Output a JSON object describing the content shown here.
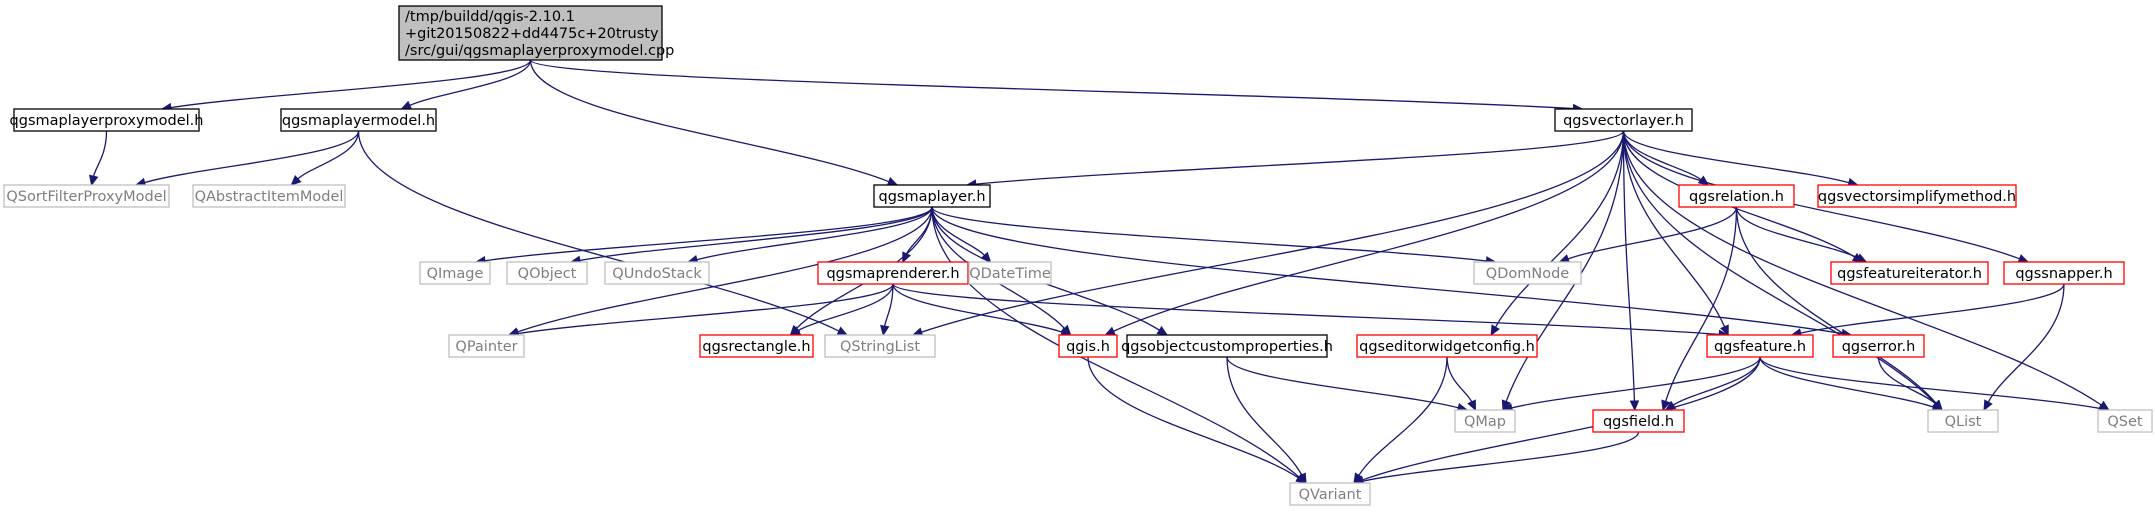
{
  "graph": {
    "colors": {
      "edge": "#191970",
      "root_fill": "#bfbfbf",
      "root_border": "#000000",
      "documented_border": "#000000",
      "undocumented_border": "#ff0000",
      "external_border": "#bfbfbf",
      "external_text": "#7f7f7f",
      "node_fill": "#ffffff",
      "text": "#000000"
    },
    "nodes": [
      {
        "id": "root",
        "kind": "root",
        "label_lines": [
          "/tmp/buildd/qgis-2.10.1",
          "+git20150822+dd4475c+20trusty",
          "/src/gui/qgsmaplayerproxymodel.cpp"
        ]
      },
      {
        "id": "proxyh",
        "kind": "doc",
        "label_lines": [
          "qgsmaplayerproxymodel.h"
        ]
      },
      {
        "id": "modelh",
        "kind": "doc",
        "label_lines": [
          "qgsmaplayermodel.h"
        ]
      },
      {
        "id": "vlayer",
        "kind": "doc",
        "label_lines": [
          "qgsvectorlayer.h"
        ]
      },
      {
        "id": "qsfpm",
        "kind": "ext",
        "label_lines": [
          "QSortFilterProxyModel"
        ]
      },
      {
        "id": "qaim",
        "kind": "ext",
        "label_lines": [
          "QAbstractItemModel"
        ]
      },
      {
        "id": "maplayer",
        "kind": "doc",
        "label_lines": [
          "qgsmaplayer.h"
        ]
      },
      {
        "id": "relation",
        "kind": "red",
        "label_lines": [
          "qgsrelation.h"
        ]
      },
      {
        "id": "simplify",
        "kind": "red",
        "label_lines": [
          "qgsvectorsimplifymethod.h"
        ]
      },
      {
        "id": "qimage",
        "kind": "ext",
        "label_lines": [
          "QImage"
        ]
      },
      {
        "id": "qobject",
        "kind": "ext",
        "label_lines": [
          "QObject"
        ]
      },
      {
        "id": "qundo",
        "kind": "ext",
        "label_lines": [
          "QUndoStack"
        ]
      },
      {
        "id": "renderer",
        "kind": "red",
        "label_lines": [
          "qgsmaprenderer.h"
        ]
      },
      {
        "id": "qdatetime",
        "kind": "ext",
        "label_lines": [
          "QDateTime"
        ]
      },
      {
        "id": "qdomnode",
        "kind": "ext",
        "label_lines": [
          "QDomNode"
        ]
      },
      {
        "id": "featiter",
        "kind": "red",
        "label_lines": [
          "qgsfeatureiterator.h"
        ]
      },
      {
        "id": "snapper",
        "kind": "red",
        "label_lines": [
          "qgssnapper.h"
        ]
      },
      {
        "id": "qpainter",
        "kind": "ext",
        "label_lines": [
          "QPainter"
        ]
      },
      {
        "id": "rect",
        "kind": "red",
        "label_lines": [
          "qgsrectangle.h"
        ]
      },
      {
        "id": "qstrlist",
        "kind": "ext",
        "label_lines": [
          "QStringList"
        ]
      },
      {
        "id": "qgis",
        "kind": "red",
        "label_lines": [
          "qgis.h"
        ]
      },
      {
        "id": "objprops",
        "kind": "doc",
        "label_lines": [
          "qgsobjectcustomproperties.h"
        ]
      },
      {
        "id": "editcfg",
        "kind": "red",
        "label_lines": [
          "qgseditorwidgetconfig.h"
        ]
      },
      {
        "id": "feature",
        "kind": "red",
        "label_lines": [
          "qgsfeature.h"
        ]
      },
      {
        "id": "error",
        "kind": "red",
        "label_lines": [
          "qgserror.h"
        ]
      },
      {
        "id": "qmap",
        "kind": "ext",
        "label_lines": [
          "QMap"
        ]
      },
      {
        "id": "field",
        "kind": "red",
        "label_lines": [
          "qgsfield.h"
        ]
      },
      {
        "id": "qlist",
        "kind": "ext",
        "label_lines": [
          "QList"
        ]
      },
      {
        "id": "qset",
        "kind": "ext",
        "label_lines": [
          "QSet"
        ]
      },
      {
        "id": "qvariant",
        "kind": "ext",
        "label_lines": [
          "QVariant"
        ]
      }
    ],
    "edges": [
      [
        "root",
        "proxyh"
      ],
      [
        "root",
        "modelh"
      ],
      [
        "root",
        "maplayer"
      ],
      [
        "root",
        "vlayer"
      ],
      [
        "proxyh",
        "qsfpm"
      ],
      [
        "modelh",
        "qsfpm"
      ],
      [
        "modelh",
        "qaim"
      ],
      [
        "modelh",
        "qstrlist"
      ],
      [
        "vlayer",
        "maplayer"
      ],
      [
        "vlayer",
        "relation"
      ],
      [
        "vlayer",
        "simplify"
      ],
      [
        "vlayer",
        "featiter"
      ],
      [
        "vlayer",
        "snapper"
      ],
      [
        "vlayer",
        "qstrlist"
      ],
      [
        "vlayer",
        "qgis"
      ],
      [
        "vlayer",
        "editcfg"
      ],
      [
        "vlayer",
        "qmap"
      ],
      [
        "vlayer",
        "field"
      ],
      [
        "vlayer",
        "feature"
      ],
      [
        "vlayer",
        "qlist"
      ],
      [
        "vlayer",
        "qset"
      ],
      [
        "maplayer",
        "qpainter"
      ],
      [
        "maplayer",
        "qimage"
      ],
      [
        "maplayer",
        "qobject"
      ],
      [
        "maplayer",
        "qundo"
      ],
      [
        "maplayer",
        "renderer"
      ],
      [
        "maplayer",
        "qdatetime"
      ],
      [
        "maplayer",
        "qdomnode"
      ],
      [
        "maplayer",
        "rect"
      ],
      [
        "maplayer",
        "qgis"
      ],
      [
        "maplayer",
        "objprops"
      ],
      [
        "maplayer",
        "error"
      ],
      [
        "maplayer",
        "qvariant"
      ],
      [
        "relation",
        "qdomnode"
      ],
      [
        "relation",
        "featiter"
      ],
      [
        "relation",
        "field"
      ],
      [
        "relation",
        "qlist"
      ],
      [
        "renderer",
        "qpainter"
      ],
      [
        "renderer",
        "rect"
      ],
      [
        "renderer",
        "qstrlist"
      ],
      [
        "renderer",
        "qgis"
      ],
      [
        "renderer",
        "feature"
      ],
      [
        "snapper",
        "feature"
      ],
      [
        "snapper",
        "qlist"
      ],
      [
        "qgis",
        "qvariant"
      ],
      [
        "objprops",
        "qmap"
      ],
      [
        "objprops",
        "qvariant"
      ],
      [
        "editcfg",
        "qmap"
      ],
      [
        "editcfg",
        "qvariant"
      ],
      [
        "feature",
        "qmap"
      ],
      [
        "feature",
        "field"
      ],
      [
        "feature",
        "qvariant"
      ],
      [
        "feature",
        "qlist"
      ],
      [
        "feature",
        "qset"
      ],
      [
        "error",
        "qlist"
      ],
      [
        "field",
        "qvariant"
      ]
    ]
  }
}
